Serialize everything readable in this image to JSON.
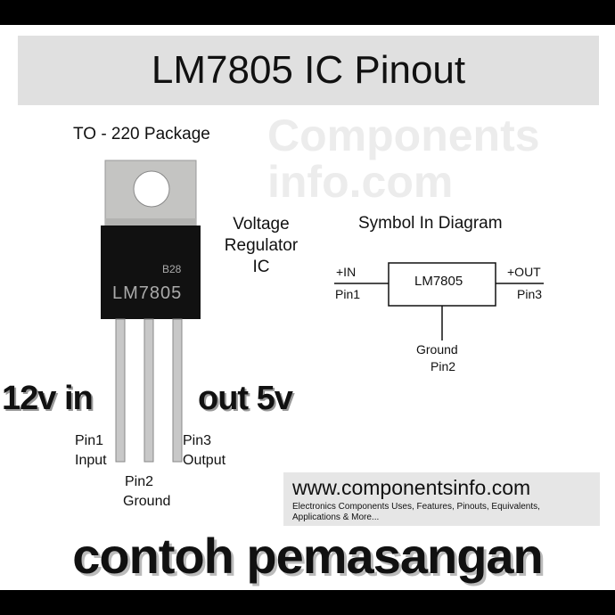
{
  "title": "LM7805 IC Pinout",
  "package_label": "TO - 220 Package",
  "chip": {
    "marking": "LM7805",
    "code": "B28"
  },
  "description": [
    "Voltage",
    "Regulator",
    "IC"
  ],
  "symbol": {
    "heading": "Symbol In Diagram",
    "box_label": "LM7805",
    "in_label": "+IN",
    "in_pin": "Pin1",
    "out_label": "+OUT",
    "out_pin": "Pin3",
    "gnd_label": "Ground",
    "gnd_pin": "Pin2"
  },
  "pins": {
    "pin1": [
      "Pin1",
      "Input"
    ],
    "pin2": [
      "Pin2",
      "Ground"
    ],
    "pin3": [
      "Pin3",
      "Output"
    ]
  },
  "annotations": {
    "input": "12v in",
    "output": "out 5v"
  },
  "watermark": "Componentsinfo.com",
  "footer": {
    "url": "www.componentsinfo.com",
    "tagline1": "Electronics Components Uses, Features, Pinouts, Equivalents,",
    "tagline2": "Applications & More..."
  },
  "caption": "contoh pemasangan"
}
